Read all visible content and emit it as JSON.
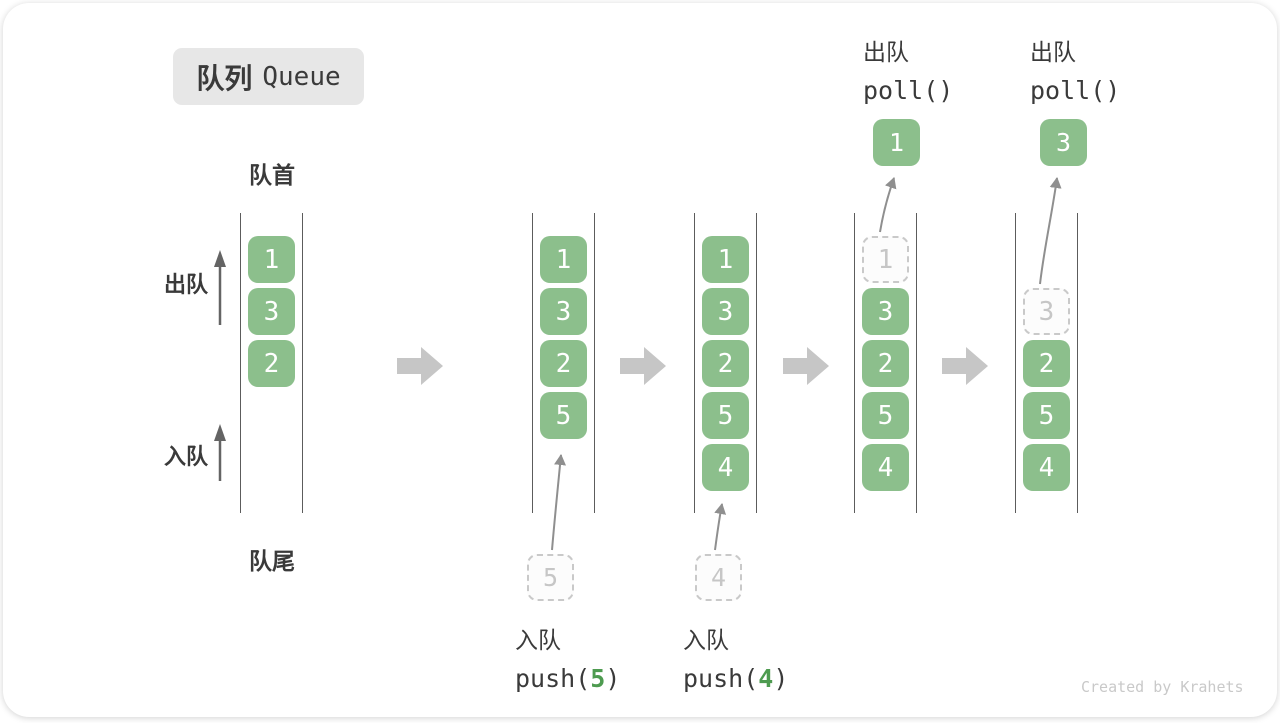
{
  "title": {
    "zh": "队列",
    "en": "Queue"
  },
  "labels": {
    "front": "队首",
    "rear": "队尾",
    "dequeue": "出队",
    "enqueue": "入队"
  },
  "watermark": "Created by Krahets",
  "colors": {
    "cell": "#8CBF8C",
    "cellText": "#FFFFFF",
    "ghostBorder": "#C9C9C9",
    "ghostText": "#C6C6C6",
    "blockArrow": "#C6C6C6",
    "thinArrow": "#646464",
    "curveArrow": "#8F8F8F",
    "text": "#3A3A3A",
    "accent": "#4E9B50",
    "titleBg": "#E7E7E7",
    "watermarkColor": "#C9C9C9"
  },
  "queues": [
    {
      "cells": [
        {
          "slot": 0,
          "value": "1"
        },
        {
          "slot": 1,
          "value": "3"
        },
        {
          "slot": 2,
          "value": "2"
        }
      ]
    },
    {
      "cells": [
        {
          "slot": 0,
          "value": "1"
        },
        {
          "slot": 1,
          "value": "3"
        },
        {
          "slot": 2,
          "value": "2"
        },
        {
          "slot": 3,
          "value": "5"
        }
      ]
    },
    {
      "cells": [
        {
          "slot": 0,
          "value": "1"
        },
        {
          "slot": 1,
          "value": "3"
        },
        {
          "slot": 2,
          "value": "2"
        },
        {
          "slot": 3,
          "value": "5"
        },
        {
          "slot": 4,
          "value": "4"
        }
      ]
    },
    {
      "cells": [
        {
          "slot": 0,
          "value": "1",
          "ghost": true
        },
        {
          "slot": 1,
          "value": "3"
        },
        {
          "slot": 2,
          "value": "2"
        },
        {
          "slot": 3,
          "value": "5"
        },
        {
          "slot": 4,
          "value": "4"
        }
      ]
    },
    {
      "cells": [
        {
          "slot": 1,
          "value": "3",
          "ghost": true
        },
        {
          "slot": 2,
          "value": "2"
        },
        {
          "slot": 3,
          "value": "5"
        },
        {
          "slot": 4,
          "value": "4"
        }
      ]
    }
  ],
  "annotations": {
    "push5": {
      "label": "入队",
      "codePrefix": "push(",
      "arg": "5",
      "codeSuffix": ")",
      "ghostValue": "5"
    },
    "push4": {
      "label": "入队",
      "codePrefix": "push(",
      "arg": "4",
      "codeSuffix": ")",
      "ghostValue": "4"
    },
    "poll1": {
      "label": "出队",
      "code": "poll()",
      "resultValue": "1"
    },
    "poll3": {
      "label": "出队",
      "code": "poll()",
      "resultValue": "3"
    }
  }
}
